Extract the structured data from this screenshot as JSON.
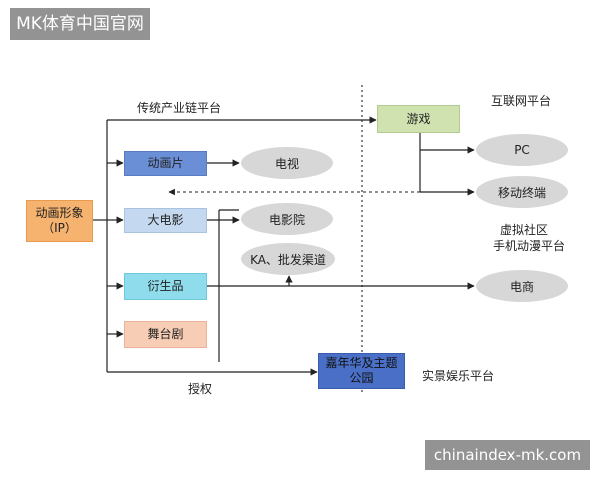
{
  "watermark_top": "MK体育中国官网",
  "watermark_bottom": "chinaindex-mk.com",
  "nodes": {
    "ip": "动画形象\n（IP）",
    "anime": "动画片",
    "movie": "大电影",
    "derivative": "衍生品",
    "stage": "舞台剧",
    "game": "游戏",
    "carnival": "嘉年华及主题\n公园",
    "tv": "电视",
    "cinema": "电影院",
    "ka": "KA、批发渠道",
    "pc": "PC",
    "mobile": "移动终端",
    "ecommerce": "电商"
  },
  "labels": {
    "traditional": "传统产业链平台",
    "internet": "互联网平台",
    "virtual": "虚拟社区",
    "mobile_anime": "手机动漫平台",
    "authorize": "授权",
    "real_ent": "实景娱乐平台"
  },
  "colors": {
    "ip": "#f6b36f",
    "anime": "#6b8fd6",
    "movie": "#c4d9ef",
    "derivative": "#8fdcec",
    "stage": "#f8cdb6",
    "game": "#cfe2b0",
    "carnival": "#4a6fc7",
    "ellipse": "#d7d7d7"
  }
}
